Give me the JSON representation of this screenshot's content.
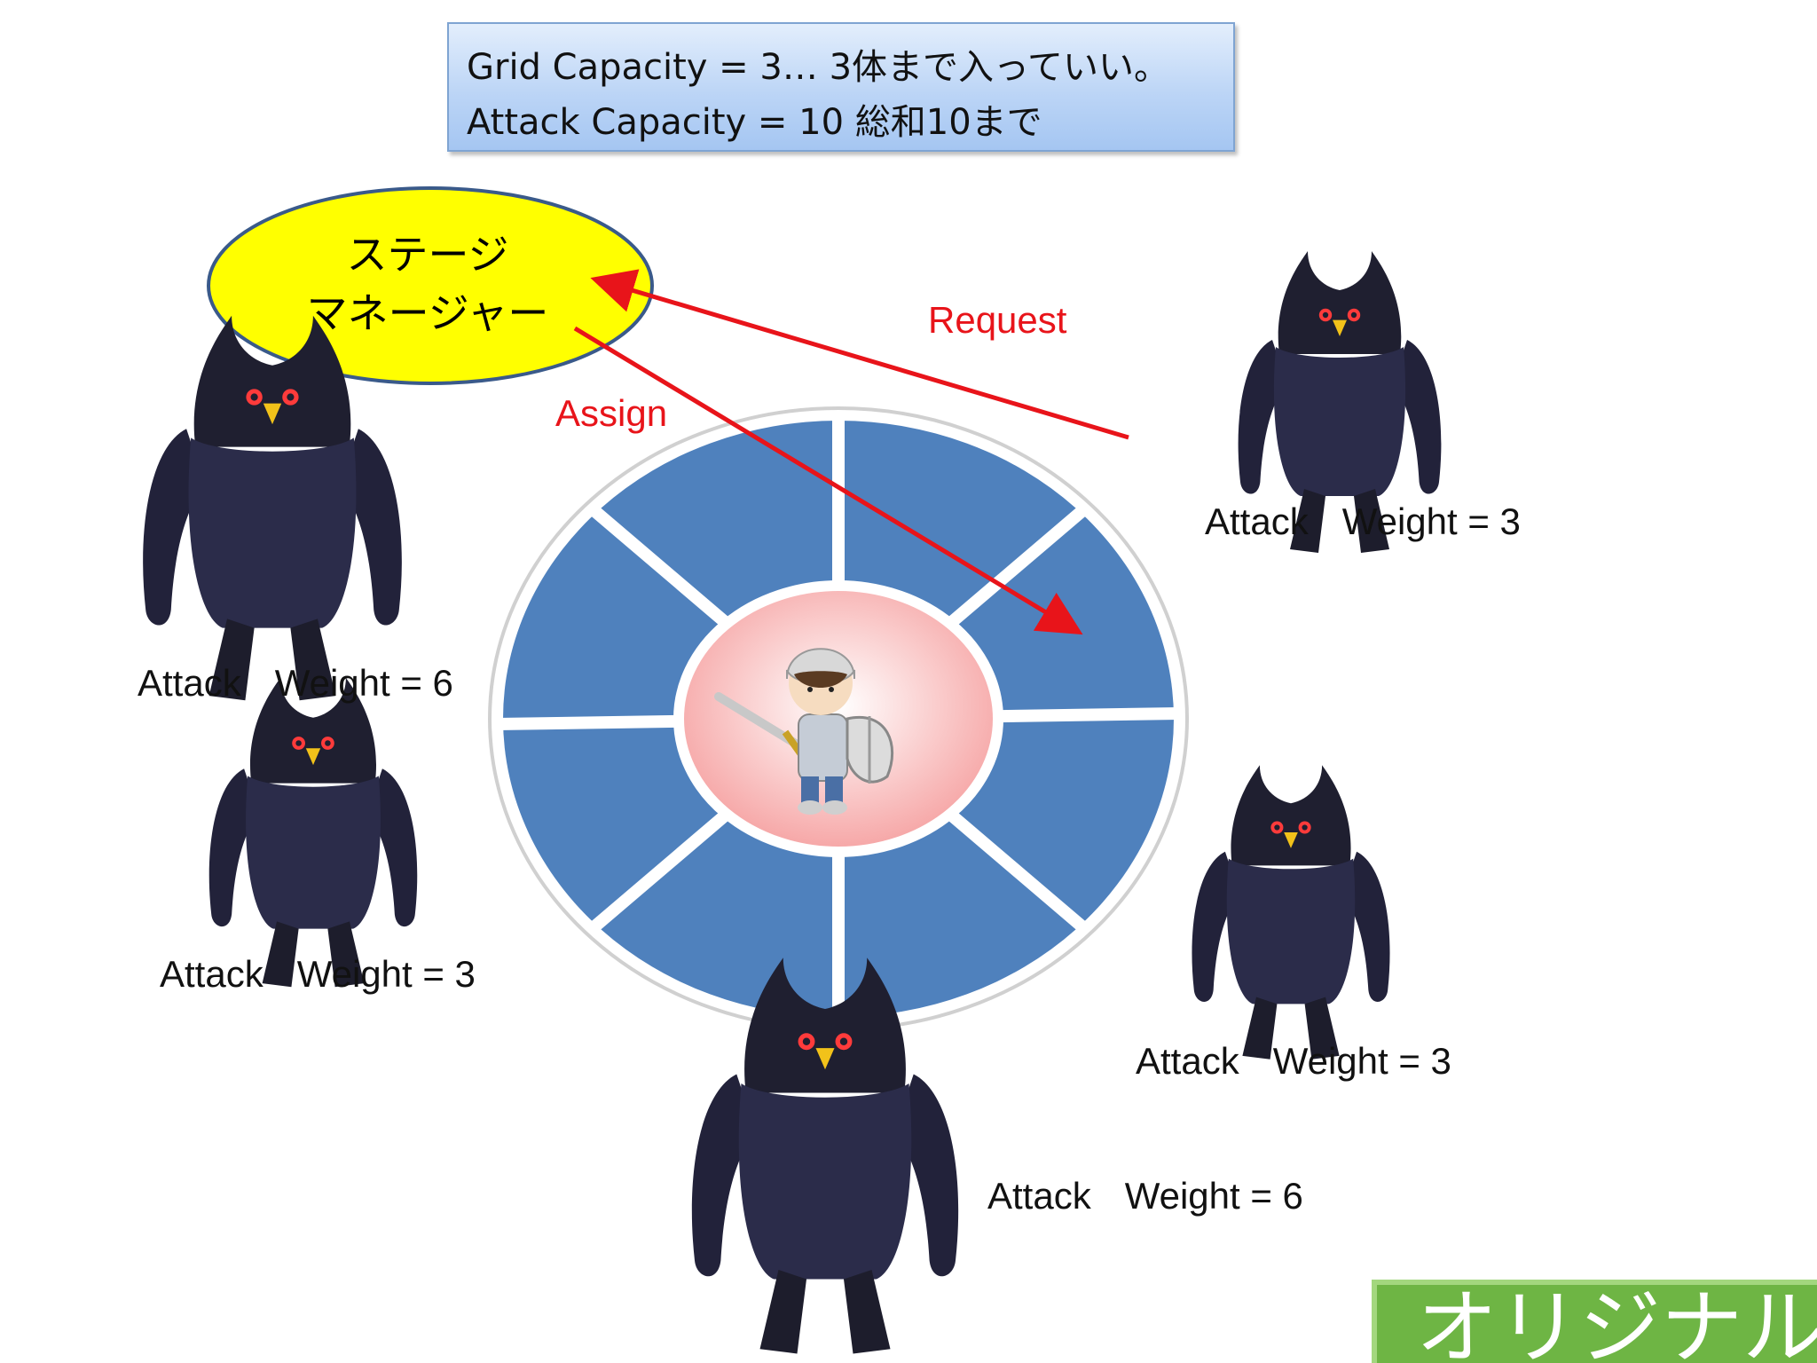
{
  "capacity": {
    "line1": "Grid Capacity = 3… 3体まで入っていい。",
    "line2": "Attack Capacity = 10 総和10まで"
  },
  "manager": {
    "line1": "ステージ",
    "line2": "マネージャー"
  },
  "arrows": {
    "request": "Request",
    "assign": "Assign"
  },
  "enemies": [
    {
      "attack": "Attack",
      "weight": "Weight = 3"
    },
    {
      "attack": "Attack",
      "weight": "Weight = 6"
    },
    {
      "attack": "Attack",
      "weight": "Weight = 3"
    },
    {
      "attack": "Attack",
      "weight": "Weight = 3"
    },
    {
      "attack": "Attack",
      "weight": "Weight = 6"
    }
  ],
  "badge": "オリジナル",
  "colors": {
    "grid": "#4f81bd",
    "center": "#f7c9c9",
    "manager": "#ffff00",
    "arrow": "#e8141a"
  }
}
